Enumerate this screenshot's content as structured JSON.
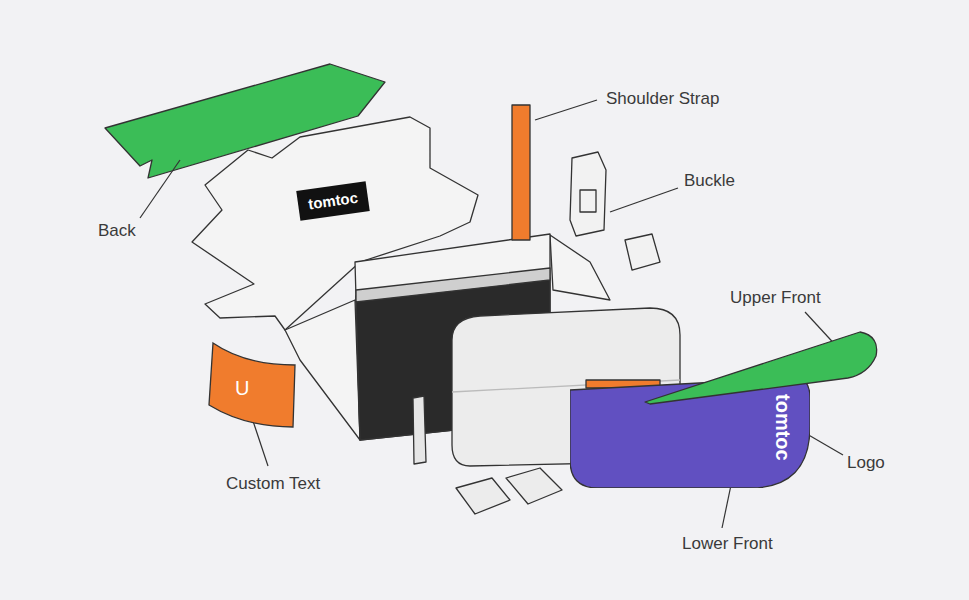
{
  "diagram": {
    "nodes": [
      {
        "text": [
          "tomtoc"
        ]
      },
      {
        "text": [
          "tomtoc"
        ]
      },
      {
        "text": [
          "U"
        ]
      }
    ],
    "labels": [
      "Shoulder Strap",
      "Buckle",
      "Back",
      "Upper Front",
      "Custom Text",
      "Logo",
      "Lower Front"
    ]
  }
}
